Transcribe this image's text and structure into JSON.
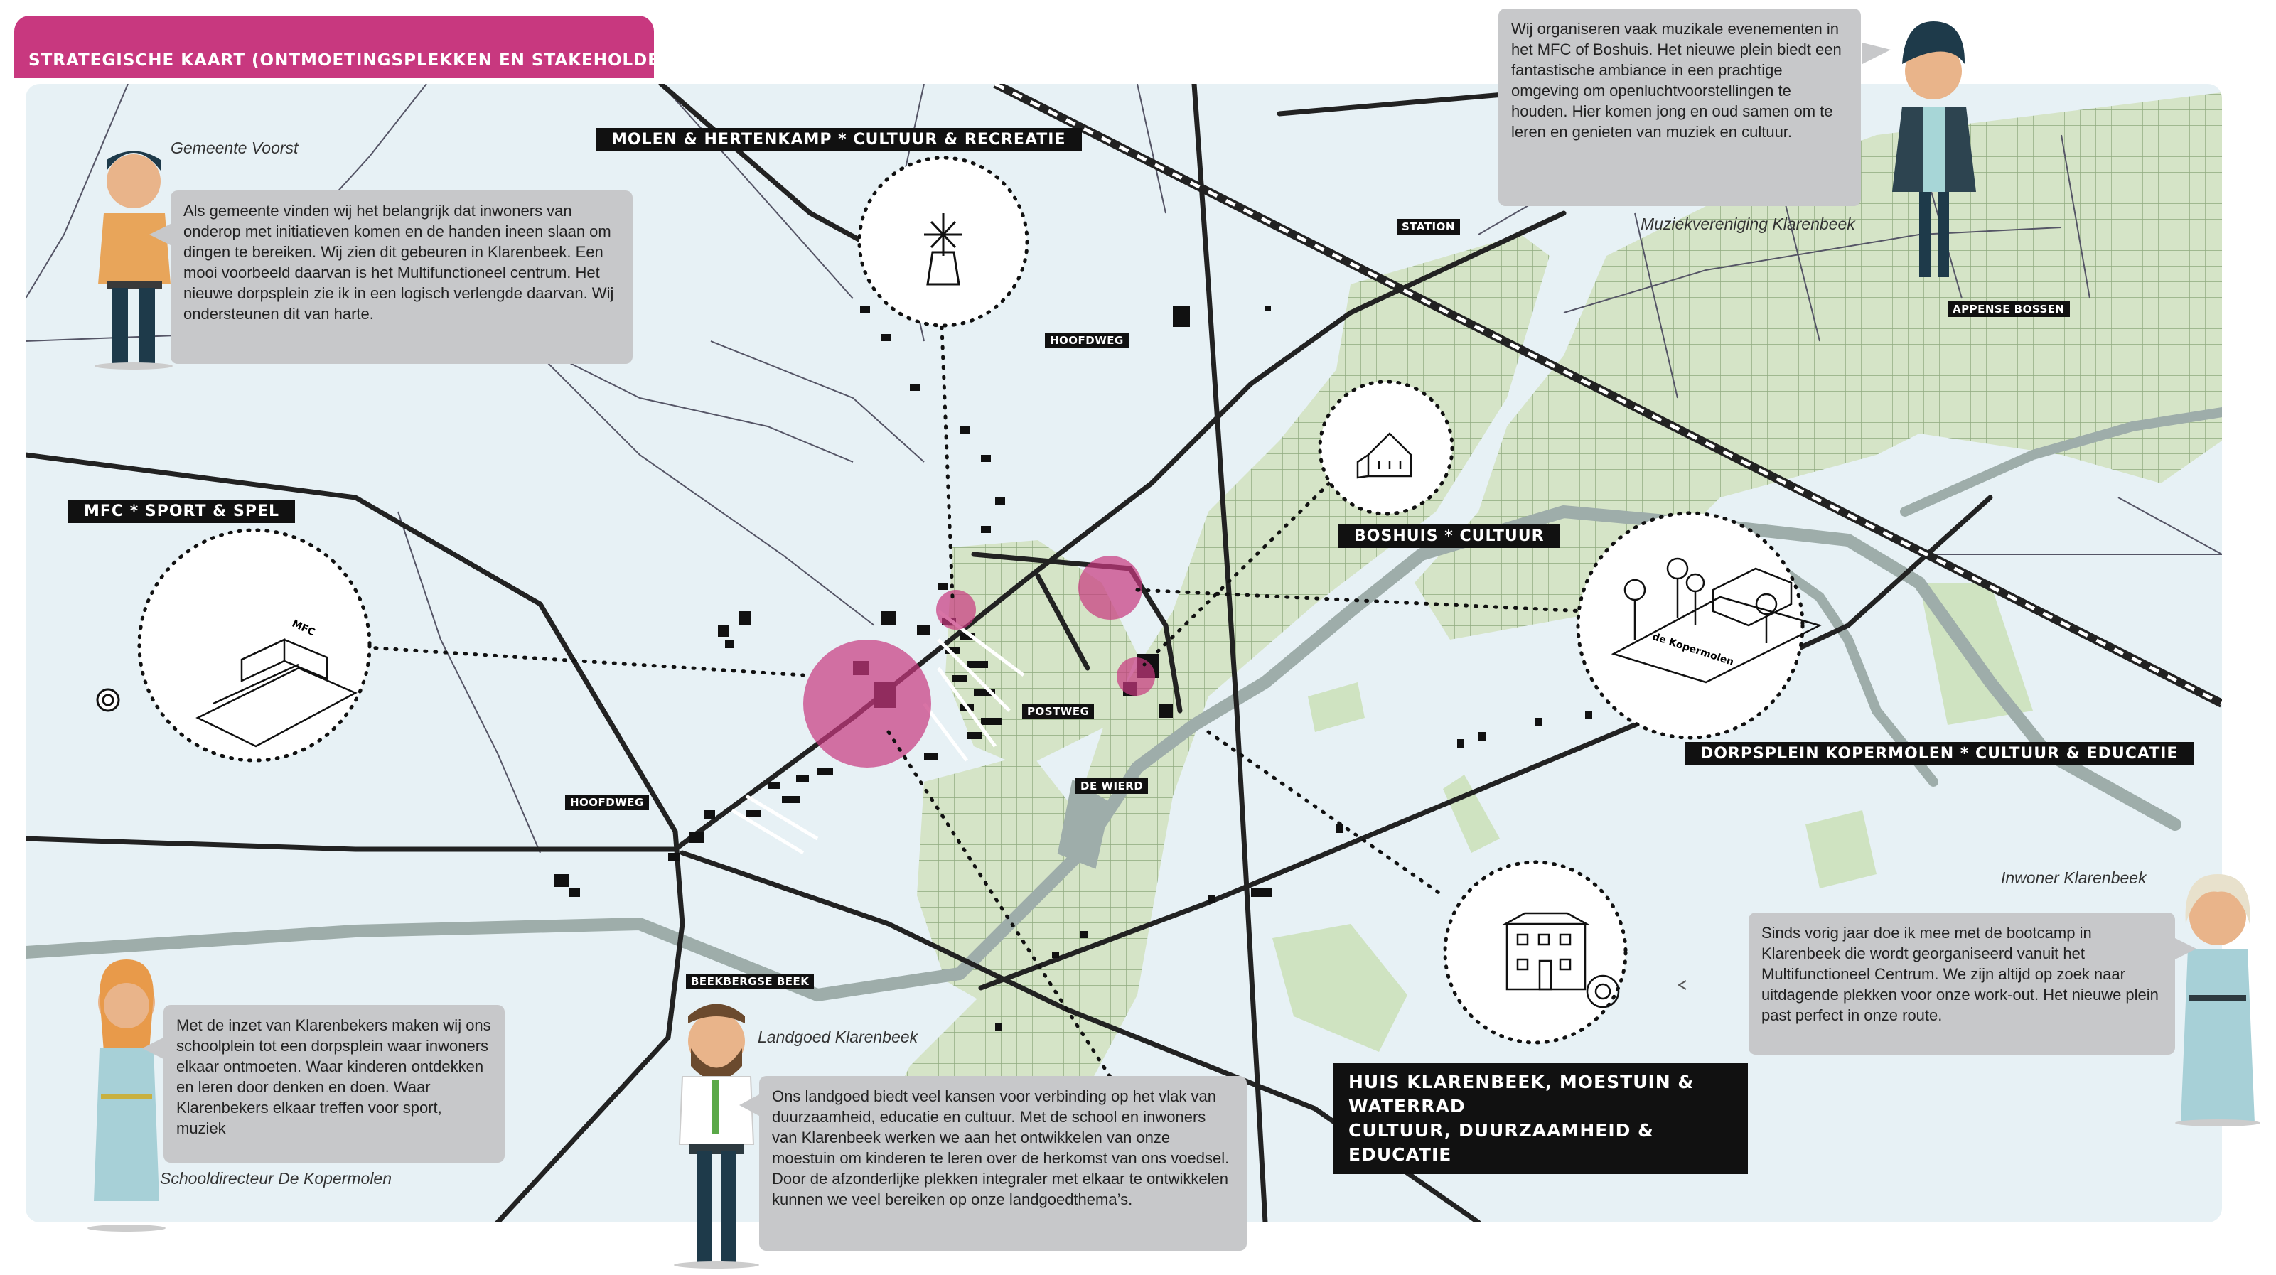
{
  "title": "STRATEGISCHE KAART (ONTMOETINGSPLEKKEN EN STAKEHOLDERS)",
  "colors": {
    "accent": "#c8387f",
    "map_background": "#e7f1f5",
    "green_area": "#d5e4c7",
    "water": "#9eadaa",
    "road": "#222222",
    "label_bg": "#111111",
    "bubble_bg": "#c7c8ca"
  },
  "places": {
    "molen": "MOLEN & HERTENKAMP * CULTUUR & RECREATIE",
    "mfc": "MFC * SPORT & SPEL",
    "boshuis": "BOSHUIS * CULTUUR",
    "dorpsplein": "DORPSPLEIN KOPERMOLEN * CULTUUR & EDUCATIE",
    "huis_line1": "HUIS KLARENBEEK, MOESTUIN & WATERRAD",
    "huis_line2": "CULTUUR, DUURZAAMHEID & EDUCATIE"
  },
  "streets": {
    "station": "STATION",
    "appense": "APPENSE BOSSEN",
    "hoofdweg1": "HOOFDWEG",
    "hoofdweg2": "HOOFDWEG",
    "postweg": "POSTWEG",
    "wierd": "DE WIERD",
    "beek": "BEEKBERGSE BEEK"
  },
  "illustration_text": {
    "mfc_building": "MFC",
    "kopermolen_sign": "de Kopermolen"
  },
  "stakeholders": {
    "gemeente": {
      "name": "Gemeente Voorst",
      "quote": "Als gemeente vinden wij het belangrijk dat inwoners van onderop met initiatieven komen en de handen ineen slaan om dingen te bereiken. Wij zien dit gebeuren in Klarenbeek. Een mooi voorbeeld daarvan is het Multifunctioneel centrum. Het nieuwe dorpsplein zie ik in een logisch verlengde daarvan. Wij ondersteunen dit van harte."
    },
    "muziek": {
      "name": "Muziekvereniging Klarenbeek",
      "quote": "Wij organiseren vaak muzikale evenementen in het MFC of Boshuis. Het nieuwe plein biedt een fantastische ambiance in een prachtige omgeving om openluchtvoorstellingen te houden. Hier komen jong en oud samen om te leren en genieten van muziek en cultuur."
    },
    "inwoner": {
      "name": "Inwoner Klarenbeek",
      "quote": "Sinds vorig jaar doe ik mee met de bootcamp in Klarenbeek die wordt georganiseerd vanuit het Multifunctioneel Centrum. We zijn altijd op zoek naar uitdagende plekken voor onze work-out. Het nieuwe plein past perfect in onze route."
    },
    "school": {
      "name": "Schooldirecteur De Kopermolen",
      "quote": "Met de inzet van Klarenbekers maken wij ons schoolplein tot een dorpsplein waar inwoners elkaar ontmoeten. Waar kinderen ontdekken en leren door denken en doen. Waar Klarenbekers elkaar treffen voor sport, muziek"
    },
    "landgoed": {
      "name": "Landgoed Klarenbeek",
      "quote": "Ons landgoed biedt veel kansen voor verbinding op het vlak van duurzaamheid, educatie en cultuur. Met de school en inwoners van Klarenbeek werken we aan het ontwikkelen van onze moestuin om kinderen te leren over de herkomst van ons voedsel. Door de afzonderlijke plekken integraler met elkaar te ontwikkelen kunnen we veel bereiken op onze landgoedthema’s."
    }
  }
}
